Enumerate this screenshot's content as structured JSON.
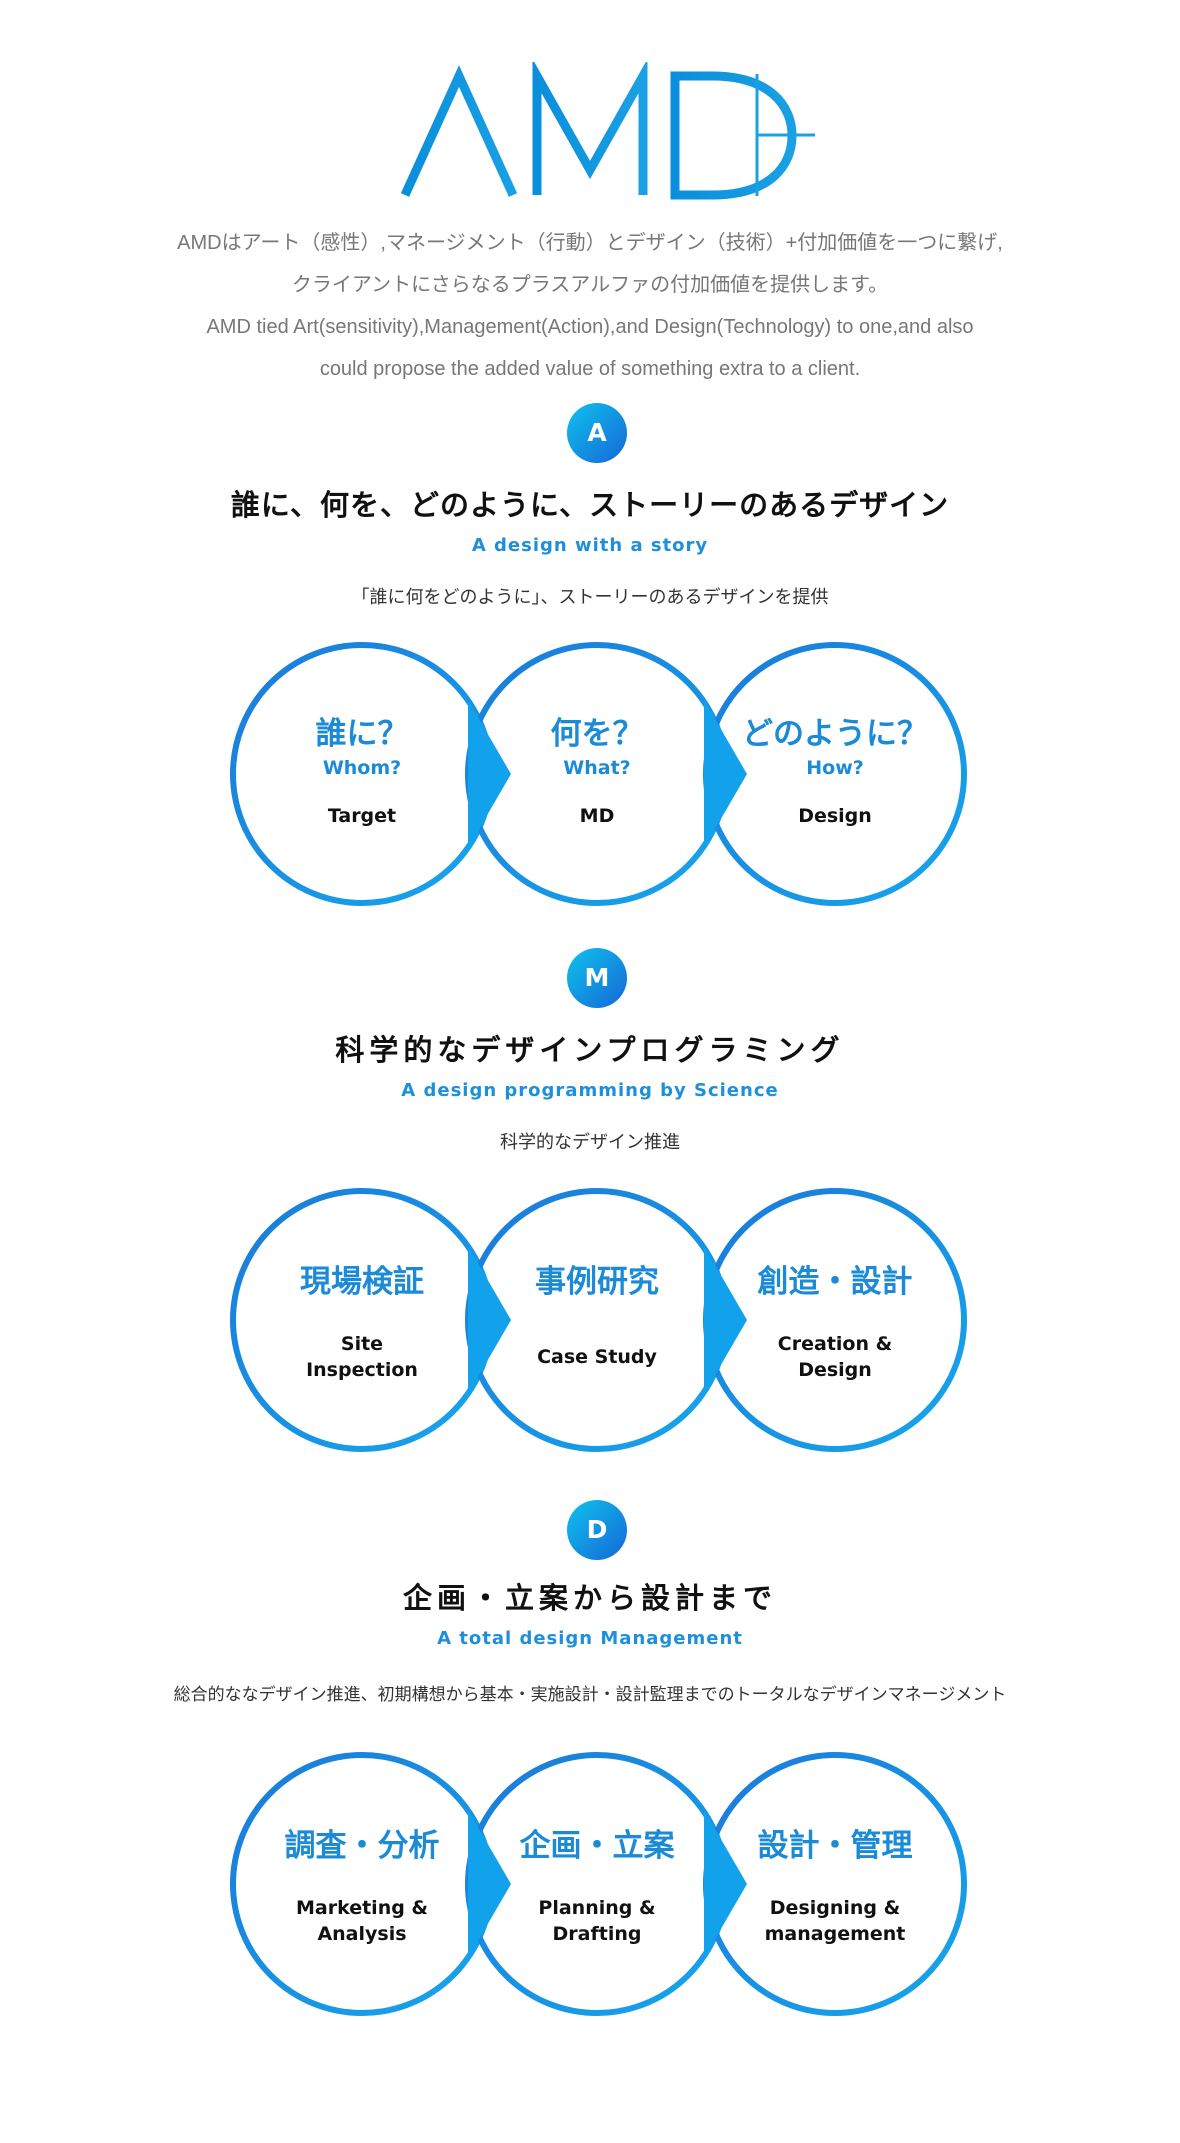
{
  "brand": {
    "logo_text": "AMD+",
    "accent": "#1b8ad7",
    "gradient_start": "#0ec2ee",
    "gradient_end": "#1667d6"
  },
  "intro": {
    "line1": "AMDはアート（感性）,マネージメント（行動）とデザイン（技術）+付加価値を一つに繋げ,",
    "line2": "クライアントにさらなるプラスアルファの付加価値を提供します。",
    "line3": "AMD tied Art(sensitivity),Management(Action),and Design(Technology) to one,and also",
    "line4": "could propose the added value of something extra to a client."
  },
  "sections": [
    {
      "letter": "A",
      "title": "誰に、何を、どのように、ストーリーのあるデザイン",
      "subtitle": "A design with a story",
      "description": "「誰に何をどのように」、ストーリーのあるデザインを提供",
      "circles": [
        {
          "jp": "誰に？",
          "en_blue": "Whom?",
          "en1": "Target",
          "en2": ""
        },
        {
          "jp": "何を？",
          "en_blue": "What?",
          "en1": "MD",
          "en2": ""
        },
        {
          "jp": "どのように？",
          "en_blue": "How?",
          "en1": "Design",
          "en2": ""
        }
      ]
    },
    {
      "letter": "M",
      "title": "科学的なデザインプログラミング",
      "subtitle": "A design programming by Science",
      "description": "科学的なデザイン推進",
      "circles": [
        {
          "jp": "現場検証",
          "en_blue": "",
          "en1": "Site",
          "en2": "Inspection"
        },
        {
          "jp": "事例研究",
          "en_blue": "",
          "en1": "Case Study",
          "en2": ""
        },
        {
          "jp": "創造・設計",
          "en_blue": "",
          "en1": "Creation &",
          "en2": "Design"
        }
      ]
    },
    {
      "letter": "D",
      "title": "企画・立案から設計まで",
      "subtitle": "A total design Management",
      "description": "総合的ななデザイン推進、初期構想から基本・実施設計・設計監理までのトータルなデザインマネージメント",
      "circles": [
        {
          "jp": "調査・分析",
          "en_blue": "",
          "en1": "Marketing &",
          "en2": "Analysis"
        },
        {
          "jp": "企画・立案",
          "en_blue": "",
          "en1": "Planning &",
          "en2": "Drafting"
        },
        {
          "jp": "設計・管理",
          "en_blue": "",
          "en1": "Designing &",
          "en2": "management"
        }
      ]
    }
  ]
}
